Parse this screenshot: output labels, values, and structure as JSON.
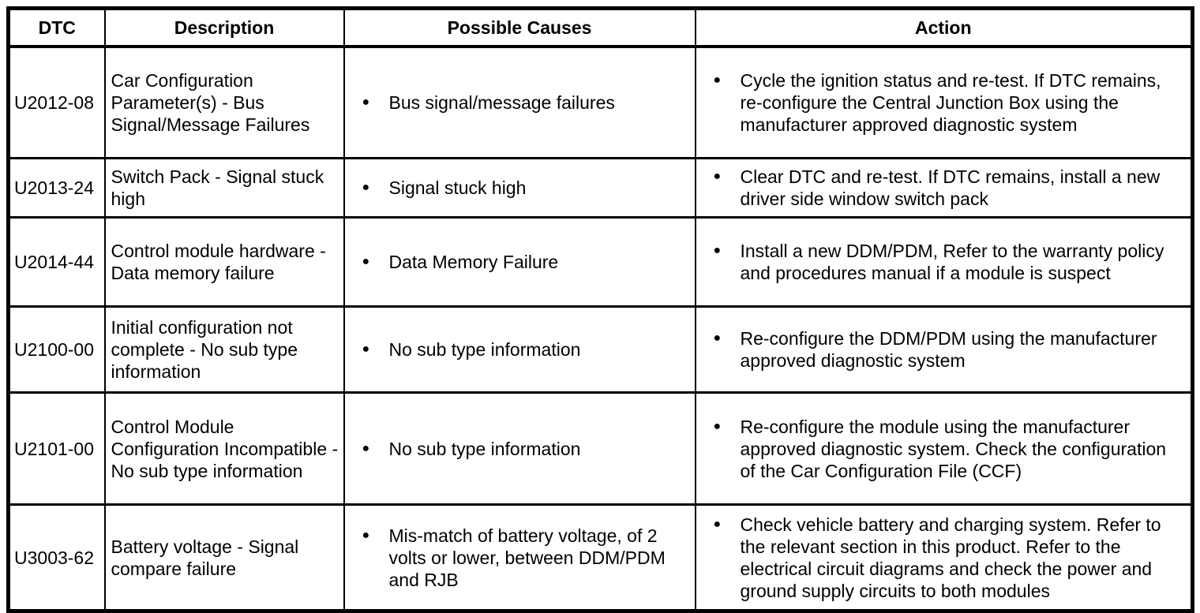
{
  "glyphs": {
    "bullet": "●"
  },
  "table": {
    "columns": [
      "DTC",
      "Description",
      "Possible Causes",
      "Action"
    ],
    "rows": [
      {
        "dtc": "U2012-08",
        "description": "Car Configuration Parameter(s) - Bus Signal/Message Failures",
        "causes": [
          "Bus signal/message failures"
        ],
        "actions": [
          "Cycle the ignition status and re-test. If DTC remains, re-configure the Central Junction Box using the manufacturer approved diagnostic system"
        ]
      },
      {
        "dtc": "U2013-24",
        "description": "Switch Pack - Signal stuck high",
        "causes": [
          "Signal stuck high"
        ],
        "actions": [
          "Clear DTC and re-test. If DTC remains, install a new driver side window switch pack"
        ]
      },
      {
        "dtc": "U2014-44",
        "description": "Control module hardware - Data memory failure",
        "causes": [
          "Data Memory Failure"
        ],
        "actions": [
          "Install a new DDM/PDM, Refer to the warranty policy and procedures manual if a module is suspect"
        ]
      },
      {
        "dtc": "U2100-00",
        "description": "Initial configuration not complete - No sub type information",
        "causes": [
          "No sub type information"
        ],
        "actions": [
          "Re-configure the DDM/PDM using the manufacturer approved diagnostic system"
        ]
      },
      {
        "dtc": "U2101-00",
        "description": "Control Module Configuration Incompatible - No sub type information",
        "causes": [
          "No sub type information"
        ],
        "actions": [
          "Re-configure the module using the manufacturer approved diagnostic system. Check the configuration of the Car Configuration File (CCF)"
        ]
      },
      {
        "dtc": "U3003-62",
        "description": "Battery voltage - Signal compare failure",
        "causes": [
          "Mis-match of battery voltage, of 2 volts or lower, between DDM/PDM and RJB"
        ],
        "actions": [
          "Check vehicle battery and charging system. Refer to the relevant section in this product. Refer to the electrical circuit diagrams and check the power and ground supply circuits to both modules"
        ]
      }
    ]
  }
}
